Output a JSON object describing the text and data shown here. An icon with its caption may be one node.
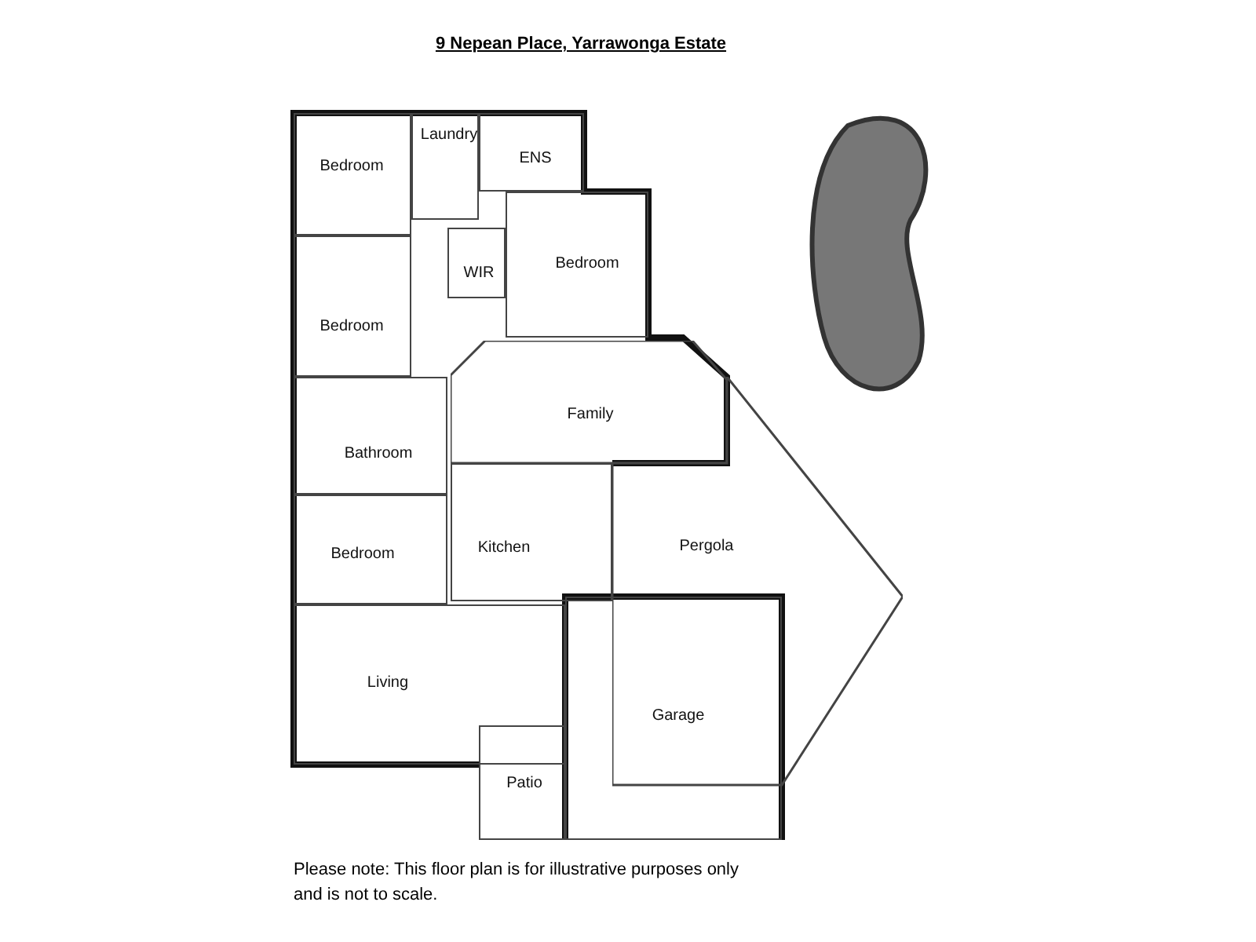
{
  "diagram": {
    "title": "9 Nepean Place, Yarrawonga Estate",
    "caption": "Please note: This floor plan is for illustrative purposes only and is not to scale.",
    "nodes": [
      {
        "text": [
          "Bedroom"
        ]
      },
      {
        "text": [
          "Laundry"
        ]
      },
      {
        "text": [
          "ENS"
        ]
      },
      {
        "text": [
          "WIR"
        ]
      },
      {
        "text": [
          "Bedroom"
        ]
      },
      {
        "text": [
          "Bedroom"
        ]
      },
      {
        "text": [
          "Family"
        ]
      },
      {
        "text": [
          "Bathroom"
        ]
      },
      {
        "text": [
          "Kitchen"
        ]
      },
      {
        "text": [
          "Bedroom"
        ]
      },
      {
        "text": [
          "Pergola"
        ]
      },
      {
        "text": [
          "Living"
        ]
      },
      {
        "text": [
          "Garage"
        ]
      },
      {
        "text": [
          "Patio"
        ]
      }
    ]
  }
}
